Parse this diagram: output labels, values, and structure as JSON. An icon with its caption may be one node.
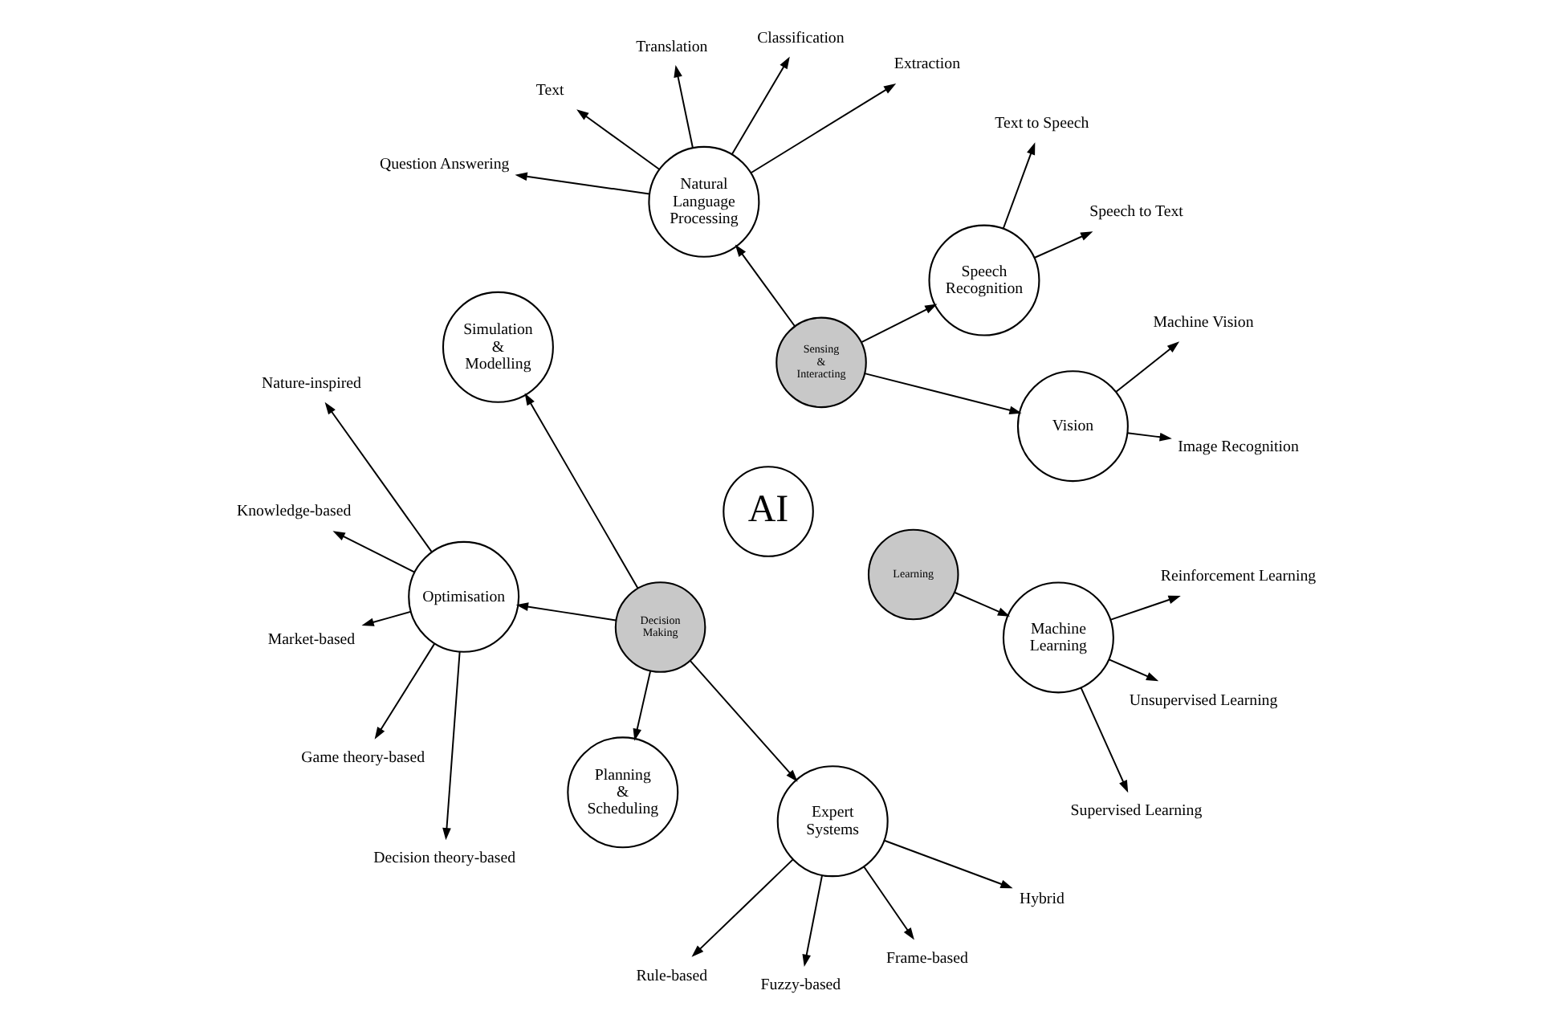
{
  "diagram": {
    "nodes": [
      {
        "text": [
          "AI"
        ]
      },
      {
        "text": [
          "Sensing & Interacting"
        ]
      },
      {
        "text": [
          "Decision Making"
        ]
      },
      {
        "text": [
          "Learning"
        ]
      },
      {
        "text": [
          "Vision"
        ]
      },
      {
        "text": [
          "Image Recognition"
        ]
      },
      {
        "text": [
          "Machine Vision"
        ]
      },
      {
        "text": [
          "Speech Recognition"
        ]
      },
      {
        "text": [
          "Speech to Text"
        ]
      },
      {
        "text": [
          "Text to Speech"
        ]
      },
      {
        "text": [
          "Natural Language Processing"
        ]
      },
      {
        "text": [
          "Extraction"
        ]
      },
      {
        "text": [
          "Classification"
        ]
      },
      {
        "text": [
          "Translation"
        ]
      },
      {
        "text": [
          "Text"
        ]
      },
      {
        "text": [
          "Question Answering"
        ]
      },
      {
        "text": [
          "Simulation & Modelling"
        ]
      },
      {
        "text": [
          "Optimisation"
        ]
      },
      {
        "text": [
          "Nature-inspired"
        ]
      },
      {
        "text": [
          "Knowledge-based"
        ]
      },
      {
        "text": [
          "Market-based"
        ]
      },
      {
        "text": [
          "Game theory-based"
        ]
      },
      {
        "text": [
          "Decision theory-based"
        ]
      },
      {
        "text": [
          "Planning & Scheduling"
        ]
      },
      {
        "text": [
          "Expert Systems"
        ]
      },
      {
        "text": [
          "Rule-based"
        ]
      },
      {
        "text": [
          "Fuzzy-based"
        ]
      },
      {
        "text": [
          "Frame-based"
        ]
      },
      {
        "text": [
          "Hybrid"
        ]
      },
      {
        "text": [
          "Machine Learning"
        ]
      },
      {
        "text": [
          "Supervised Learning"
        ]
      },
      {
        "text": [
          "Unsupervised Learning"
        ]
      },
      {
        "text": [
          "Reinforcement Learning"
        ]
      }
    ],
    "edges": [
      {
        "from": 1,
        "to": 4,
        "arrow": "to"
      },
      {
        "from": 4,
        "to": 5,
        "arrow": "to"
      },
      {
        "from": 4,
        "to": 6,
        "arrow": "to"
      },
      {
        "from": 1,
        "to": 7,
        "arrow": "to"
      },
      {
        "from": 7,
        "to": 8,
        "arrow": "to"
      },
      {
        "from": 7,
        "to": 9,
        "arrow": "to"
      },
      {
        "from": 1,
        "to": 10,
        "arrow": "to"
      },
      {
        "from": 10,
        "to": 11,
        "arrow": "to"
      },
      {
        "from": 10,
        "to": 12,
        "arrow": "to"
      },
      {
        "from": 10,
        "to": 13,
        "arrow": "to"
      },
      {
        "from": 10,
        "to": 14,
        "arrow": "to"
      },
      {
        "from": 10,
        "to": 15,
        "arrow": "to"
      },
      {
        "from": 2,
        "to": 16,
        "arrow": "to"
      },
      {
        "from": 2,
        "to": 17,
        "arrow": "to"
      },
      {
        "from": 17,
        "to": 18,
        "arrow": "to"
      },
      {
        "from": 17,
        "to": 19,
        "arrow": "to"
      },
      {
        "from": 17,
        "to": 20,
        "arrow": "to"
      },
      {
        "from": 17,
        "to": 21,
        "arrow": "to"
      },
      {
        "from": 17,
        "to": 22,
        "arrow": "to"
      },
      {
        "from": 2,
        "to": 23,
        "arrow": "to"
      },
      {
        "from": 2,
        "to": 24,
        "arrow": "to"
      },
      {
        "from": 24,
        "to": 25,
        "arrow": "to"
      },
      {
        "from": 24,
        "to": 26,
        "arrow": "to"
      },
      {
        "from": 24,
        "to": 27,
        "arrow": "to"
      },
      {
        "from": 24,
        "to": 28,
        "arrow": "to"
      },
      {
        "from": 3,
        "to": 29,
        "arrow": "to"
      },
      {
        "from": 29,
        "to": 30,
        "arrow": "to"
      },
      {
        "from": 29,
        "to": 31,
        "arrow": "to"
      },
      {
        "from": 29,
        "to": 32,
        "arrow": "to"
      }
    ]
  }
}
